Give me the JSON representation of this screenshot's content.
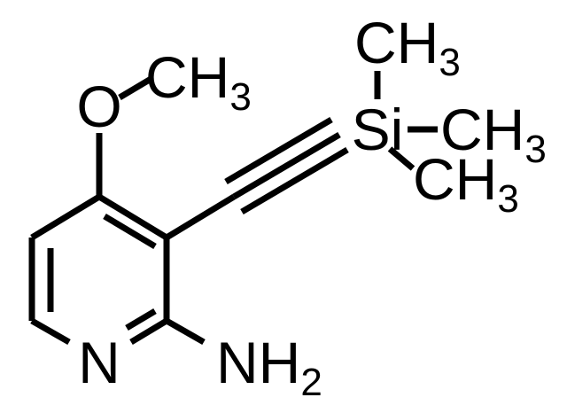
{
  "molecule": {
    "atoms": {
      "methoxy_o": "O",
      "methoxy_ch3": {
        "element": "CH",
        "count": "3"
      },
      "silicon": "Si",
      "si_methyl_top": {
        "element": "CH",
        "count": "3"
      },
      "si_methyl_right": {
        "element": "CH",
        "count": "3"
      },
      "si_methyl_bottom": {
        "element": "CH",
        "count": "3"
      },
      "ring_n": "N",
      "amine": {
        "element": "NH",
        "count": "2"
      }
    }
  }
}
